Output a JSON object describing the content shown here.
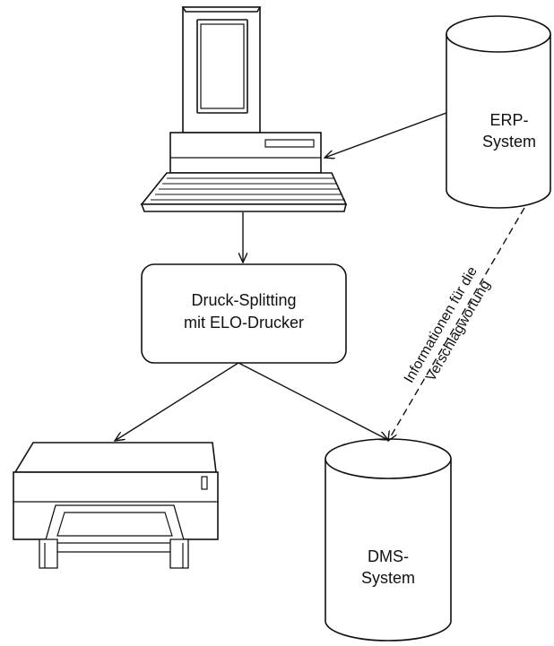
{
  "nodes": {
    "computer": {
      "icon": "computer-workstation-icon"
    },
    "erp": {
      "line1": "ERP-",
      "line2": "System"
    },
    "split": {
      "line1": "Druck-Splitting",
      "line2": "mit ELO-Drucker"
    },
    "printer": {
      "icon": "printer-icon"
    },
    "dms": {
      "line1": "DMS-",
      "line2": "System"
    }
  },
  "edges": {
    "info_label_line1": "Informationen für die",
    "info_label_line2": "Verschlagwortung"
  }
}
